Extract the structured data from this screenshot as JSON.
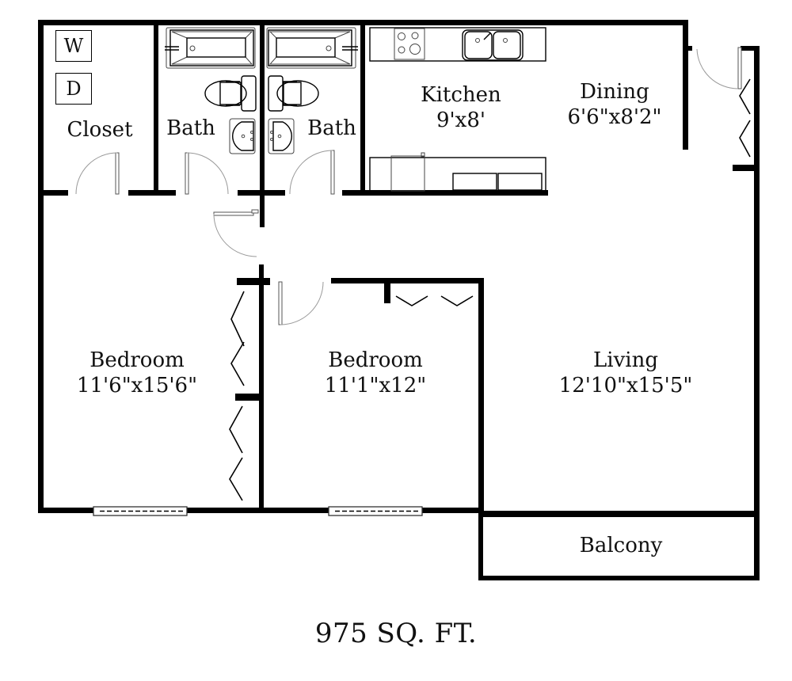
{
  "floorplan": {
    "total_area": "975 SQ. FT.",
    "colors": {
      "wall": "#000000",
      "background": "#ffffff",
      "text": "#111111"
    },
    "appliances": {
      "washer": "W",
      "dryer": "D"
    },
    "rooms": {
      "closet": {
        "name": "Closet",
        "dims": ""
      },
      "bath1": {
        "name": "Bath",
        "dims": ""
      },
      "bath2": {
        "name": "Bath",
        "dims": ""
      },
      "kitchen": {
        "name": "Kitchen",
        "dims": "9'x8'"
      },
      "dining": {
        "name": "Dining",
        "dims": "6'6\"x8'2\""
      },
      "bedroom1": {
        "name": "Bedroom",
        "dims": "11'6\"x15'6\""
      },
      "bedroom2": {
        "name": "Bedroom",
        "dims": "11'1\"x12\""
      },
      "living": {
        "name": "Living",
        "dims": "12'10\"x15'5\""
      },
      "balcony": {
        "name": "Balcony",
        "dims": ""
      }
    }
  }
}
